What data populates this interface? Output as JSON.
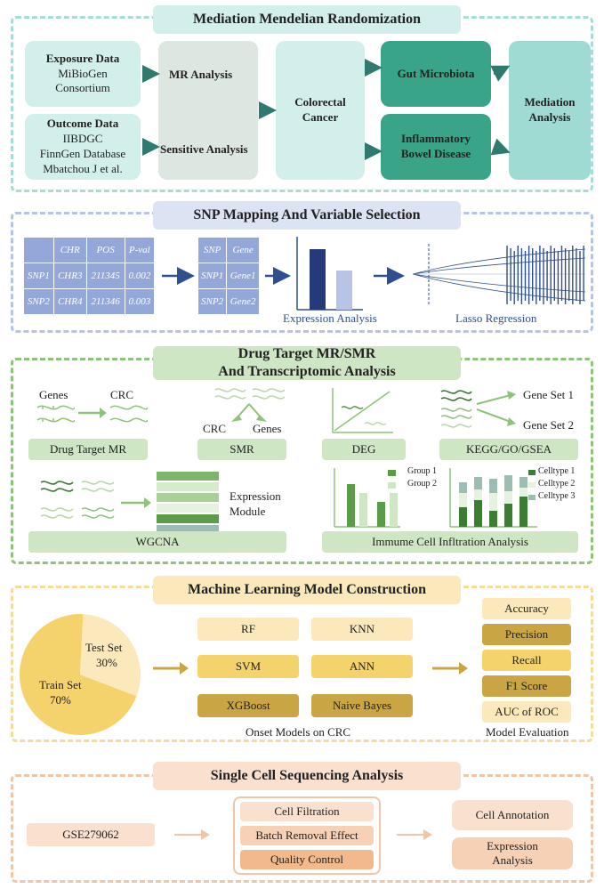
{
  "colors": {
    "teal_frame": "#a8ddd7",
    "teal_light": "#d2efeb",
    "teal_mid": "#9fdbd2",
    "teal_dark": "#3aa489",
    "blue_frame": "#b7c4e5",
    "blue_light": "#dce3f3",
    "blue_cell": "#93a8d8",
    "green_frame": "#8fc27a",
    "green_light": "#cfe6c4",
    "yellow_frame": "#f3dc9c",
    "yellow_light": "#fbe9bb",
    "yellow_mid": "#f5d36c",
    "yellow_dark": "#c9a544",
    "peach_frame": "#efc7a8",
    "peach_light": "#fae0cf",
    "peach_dark": "#f1b98c"
  },
  "section1": {
    "title": "Mediation Mendelian Randomization",
    "exposure": {
      "title": "Exposure Data",
      "lines": [
        "MiBioGen",
        "Consortium"
      ]
    },
    "outcome": {
      "title": "Outcome Data",
      "lines": [
        "IIBDGC",
        "FinnGen Database",
        "Mbatchou J et al."
      ]
    },
    "mr_analysis": "MR Analysis",
    "sensitive_analysis": "Sensitive Analysis",
    "crc": "Colorectal Cancer",
    "gut": "Gut Microbiota",
    "ibd": "Inflammatory Bowel Disease",
    "mediation": "Mediation Analysis"
  },
  "section2": {
    "title": "SNP Mapping And Variable Selection",
    "table1": {
      "headers": [
        "",
        "CHR",
        "POS",
        "P-val"
      ],
      "rows": [
        [
          "SNP1",
          "CHR3",
          "211345",
          "0.002"
        ],
        [
          "SNP2",
          "CHR4",
          "211346",
          "0.003"
        ]
      ]
    },
    "table2": {
      "headers": [
        "SNP",
        "Gene"
      ],
      "rows": [
        [
          "SNP1",
          "Gene1"
        ],
        [
          "SNP2",
          "Gene2"
        ]
      ]
    },
    "expression_label": "Expression Analysis",
    "expression_bars": [
      0.85,
      0.55
    ],
    "lasso_label": "Lasso Regression"
  },
  "section3": {
    "title_line1": "Drug Target MR/SMR",
    "title_line2": "And Transcriptomic Analysis",
    "drug": {
      "genes": "Genes",
      "crc": "CRC",
      "label": "Drug Target MR"
    },
    "smr": {
      "crc": "CRC",
      "genes": "Genes",
      "label": "SMR"
    },
    "deg": {
      "label": "DEG"
    },
    "kegg": {
      "set1": "Gene Set 1",
      "set2": "Gene Set 2",
      "label": "KEGG/GO/GSEA"
    },
    "wgcna": {
      "expression": "Expression",
      "module": "Module",
      "label": "WGCNA"
    },
    "immune": {
      "group1": "Group 1",
      "group2": "Group 2",
      "celltype1": "Celltype 1",
      "celltype2": "Celltype 2",
      "celltype3": "Celltype 3",
      "label": "Immume Cell Infltration Analysis"
    }
  },
  "section4": {
    "title": "Machine Learning Model Construction",
    "pie": {
      "test_label": "Test Set",
      "test_pct": "30%",
      "train_label": "Train Set",
      "train_pct": "70%",
      "test_fraction": 0.3
    },
    "models": [
      "RF",
      "KNN",
      "SVM",
      "ANN",
      "XGBoost",
      "Naive Bayes"
    ],
    "models_caption": "Onset Models on CRC",
    "metrics": [
      "Accuracy",
      "Precision",
      "Recall",
      "F1 Score",
      "AUC of ROC"
    ],
    "metrics_caption": "Model Evaluation"
  },
  "section5": {
    "title": "Single Cell Sequencing Analysis",
    "gse": "GSE279062",
    "steps": [
      "Cell Filtration",
      "Batch Removal Effect",
      "Quality Control"
    ],
    "annotation": "Cell Annotation",
    "expression": "Expression Analysis"
  }
}
